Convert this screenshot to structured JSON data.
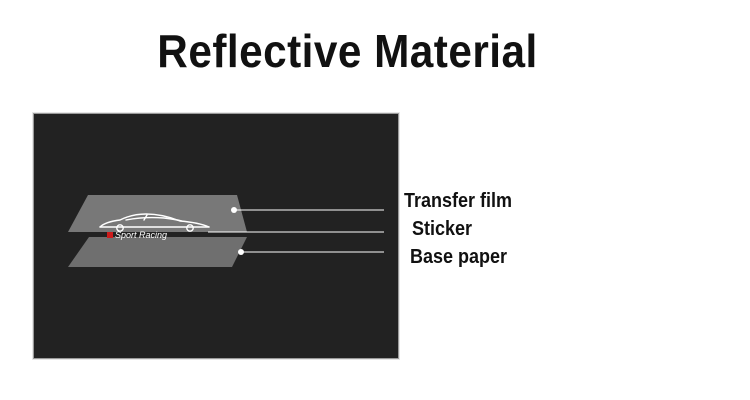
{
  "title": "Reflective Material",
  "layers": [
    {
      "label": "Transfer film"
    },
    {
      "label": "Sticker"
    },
    {
      "label": "Base paper"
    }
  ],
  "decal": {
    "text": "Sport Racing",
    "accent_color": "#cc1b1b"
  },
  "colors": {
    "panel_background": "#222222",
    "layer_fill": "#8a8a8a",
    "leader_line": "#ffffff"
  }
}
